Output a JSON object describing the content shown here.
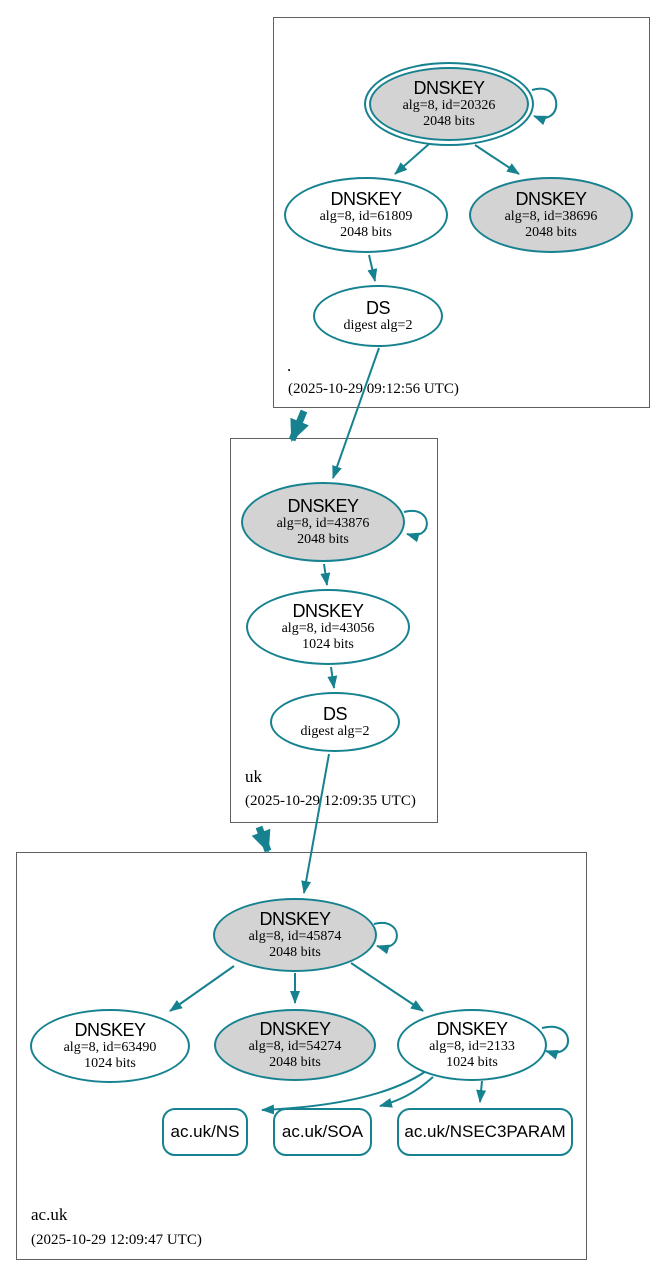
{
  "zones": {
    "root": {
      "label": ".",
      "timestamp": "(2025-10-29 09:12:56 UTC)",
      "nodes": {
        "k20326": {
          "title": "DNSKEY",
          "detail": "alg=8, id=20326",
          "bits": "2048 bits"
        },
        "k61809": {
          "title": "DNSKEY",
          "detail": "alg=8, id=61809",
          "bits": "2048 bits"
        },
        "k38696": {
          "title": "DNSKEY",
          "detail": "alg=8, id=38696",
          "bits": "2048 bits"
        },
        "ds": {
          "title": "DS",
          "detail": "digest alg=2"
        }
      }
    },
    "uk": {
      "label": "uk",
      "timestamp": "(2025-10-29 12:09:35 UTC)",
      "nodes": {
        "k43876": {
          "title": "DNSKEY",
          "detail": "alg=8, id=43876",
          "bits": "2048 bits"
        },
        "k43056": {
          "title": "DNSKEY",
          "detail": "alg=8, id=43056",
          "bits": "1024 bits"
        },
        "ds": {
          "title": "DS",
          "detail": "digest alg=2"
        }
      }
    },
    "acuk": {
      "label": "ac.uk",
      "timestamp": "(2025-10-29 12:09:47 UTC)",
      "nodes": {
        "k45874": {
          "title": "DNSKEY",
          "detail": "alg=8, id=45874",
          "bits": "2048 bits"
        },
        "k63490": {
          "title": "DNSKEY",
          "detail": "alg=8, id=63490",
          "bits": "1024 bits"
        },
        "k54274": {
          "title": "DNSKEY",
          "detail": "alg=8, id=54274",
          "bits": "2048 bits"
        },
        "k2133": {
          "title": "DNSKEY",
          "detail": "alg=8, id=2133",
          "bits": "1024 bits"
        }
      },
      "rrsets": {
        "ns": "ac.uk/NS",
        "soa": "ac.uk/SOA",
        "nsec3param": "ac.uk/NSEC3PARAM"
      }
    }
  },
  "colors": {
    "edge_teal": "#16828f",
    "node_fill_gray": "#d3d3d3",
    "node_fill_white": "#ffffff",
    "zone_box_border": "#606060",
    "text": "#000000"
  }
}
